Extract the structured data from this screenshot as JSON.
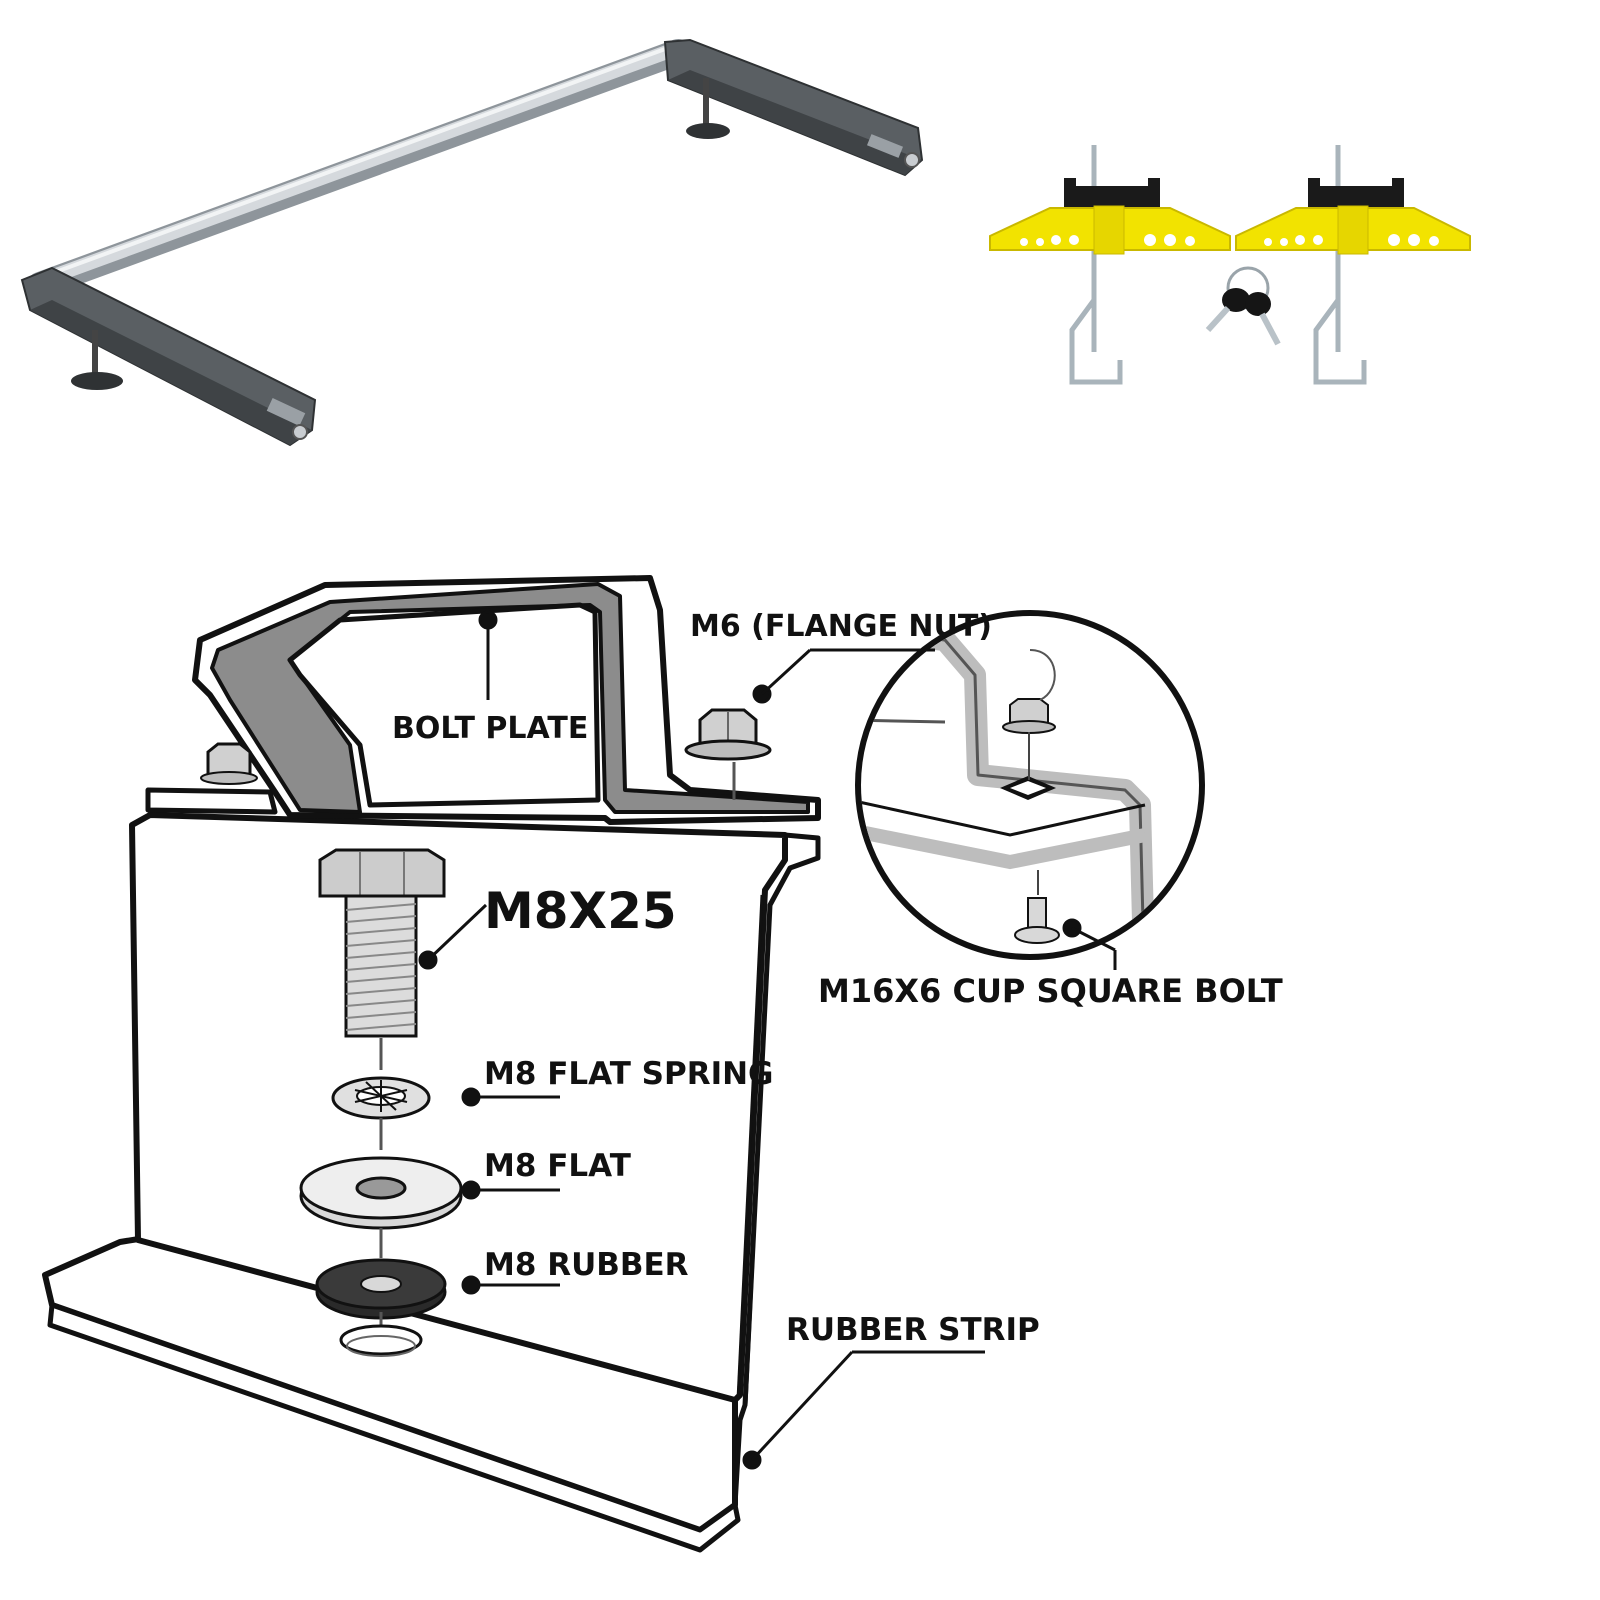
{
  "labels": {
    "bolt_plate": "BOLT PLATE",
    "flange_nut": "M6 (FLANGE NUT)",
    "bolt_m8x25": "M8X25",
    "cup_square_bolt": "M16X6 CUP SQUARE BOLT",
    "flat_spring": "M8 FLAT SPRING",
    "flat_washer": "M8 FLAT",
    "rubber_washer": "M8 RUBBER",
    "rubber_strip": "RUBBER STRIP"
  },
  "colors": {
    "ink": "#111111",
    "frame_gray": "#555a5e",
    "bar_silver": "#c8ccd0",
    "clamp_yellow": "#f2e300",
    "clamp_black": "#1a1a1a",
    "hook_steel": "#b9c4cc",
    "plate_fill": "#8c8c8c",
    "part_gray": "#d0d0d0"
  },
  "icons": {
    "rack": "roof-rack-bar-icon",
    "clamp": "yellow-ladder-clamp-icon",
    "keys": "lock-keys-icon"
  }
}
